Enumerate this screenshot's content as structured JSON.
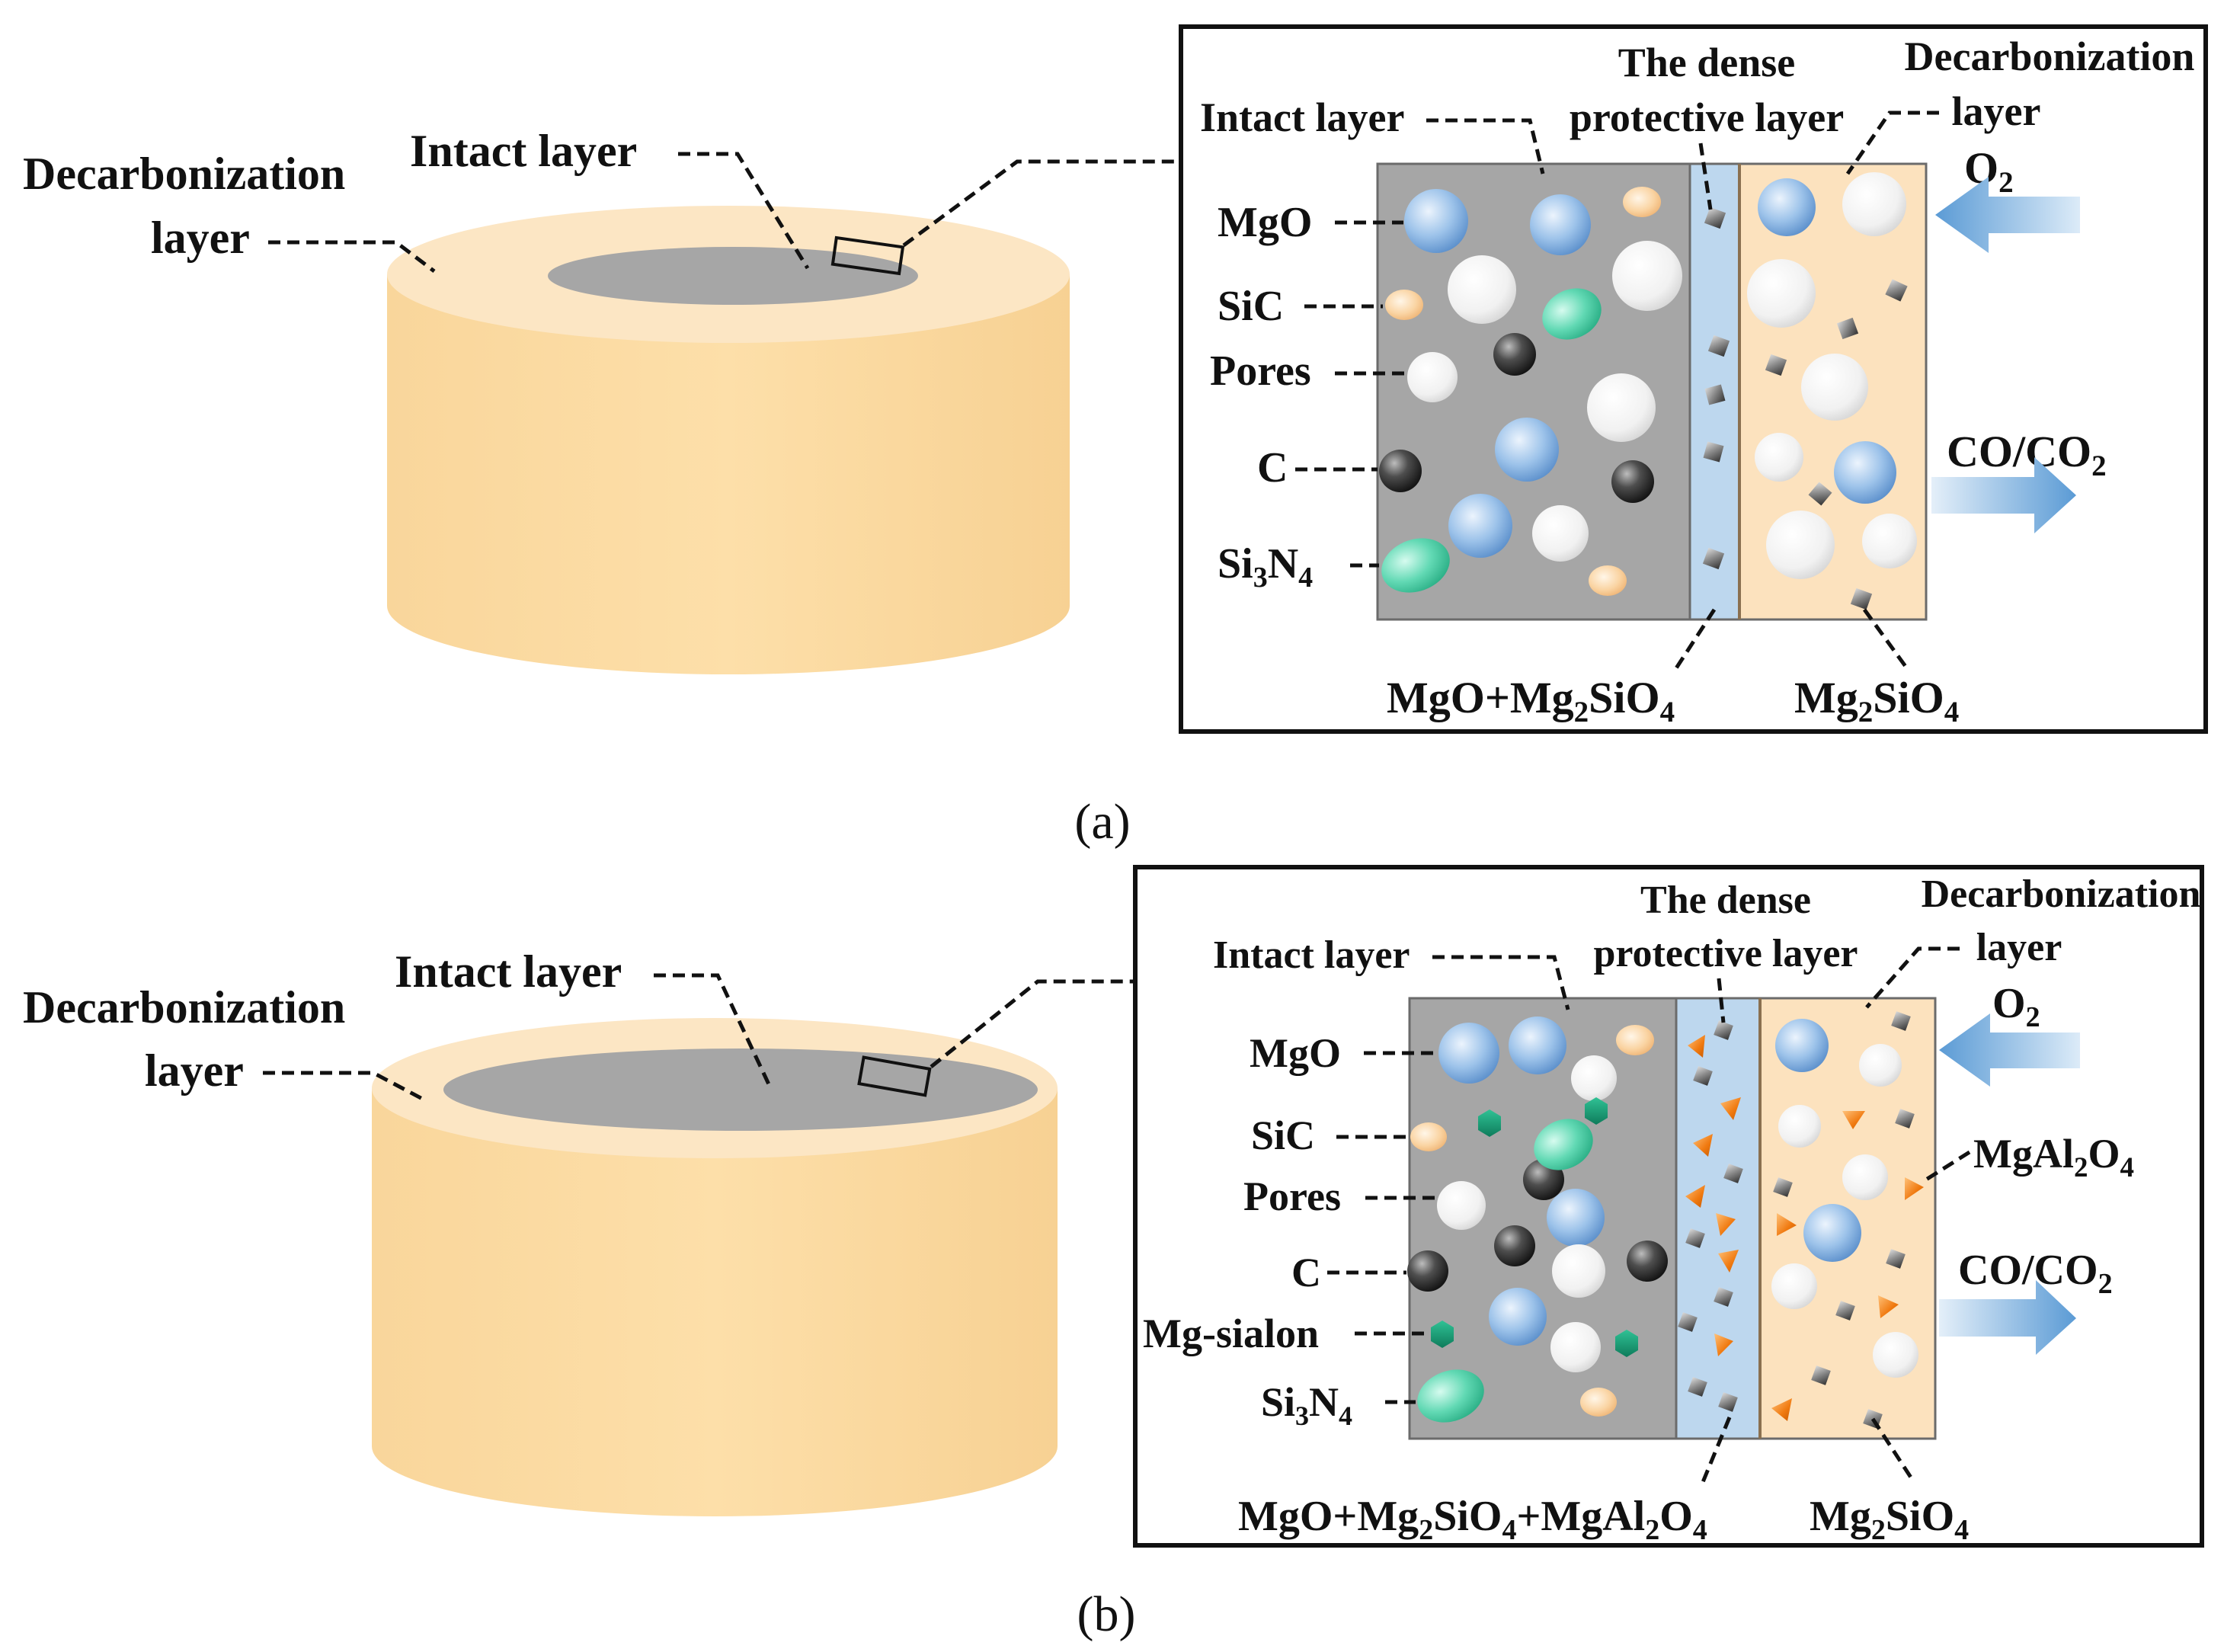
{
  "panel_a": {
    "caption": "(a)",
    "cyl_decarb": [
      "Decarbonization",
      "layer"
    ],
    "cyl_intact": "Intact layer",
    "box_intact": "Intact layer",
    "dense": [
      "The dense",
      "protective layer"
    ],
    "decarb": [
      "Decarbonization",
      "layer"
    ],
    "legend": {
      "mgo": "MgO",
      "sic": "SiC",
      "pores": "Pores",
      "c": "C",
      "si3n4": "Si3N4"
    },
    "o2": "O2",
    "co": "CO/CO2",
    "bottom_left": "MgO+Mg2SiO4",
    "bottom_right": "Mg2SiO4"
  },
  "panel_b": {
    "caption": "(b)",
    "cyl_decarb": [
      "Decarbonization",
      "layer"
    ],
    "cyl_intact": "Intact layer",
    "box_intact": "Intact layer",
    "dense": [
      "The dense",
      "protective layer"
    ],
    "decarb": [
      "Decarbonization",
      "layer"
    ],
    "legend": {
      "mgo": "MgO",
      "sic": "SiC",
      "pores": "Pores",
      "c": "C",
      "mgsialon": "Mg-sialon",
      "si3n4": "Si3N4"
    },
    "o2": "O2",
    "co": "CO/CO2",
    "mgal2o4": "MgAl2O4",
    "bottom_left": "MgO+Mg2SiO4+MgAl2O4",
    "bottom_right": "Mg2SiO4"
  },
  "colors": {
    "cylinder": "#FAD9A1",
    "intact": "#A6A6A6",
    "dense": "#BDD7EE",
    "decarb": "#FCE2BE",
    "mgo": "#5B9BD5",
    "sic": "#F4B183",
    "sialon": "#16A085",
    "si3n4": "#3CC9A0",
    "triangle": "#F07A10"
  }
}
